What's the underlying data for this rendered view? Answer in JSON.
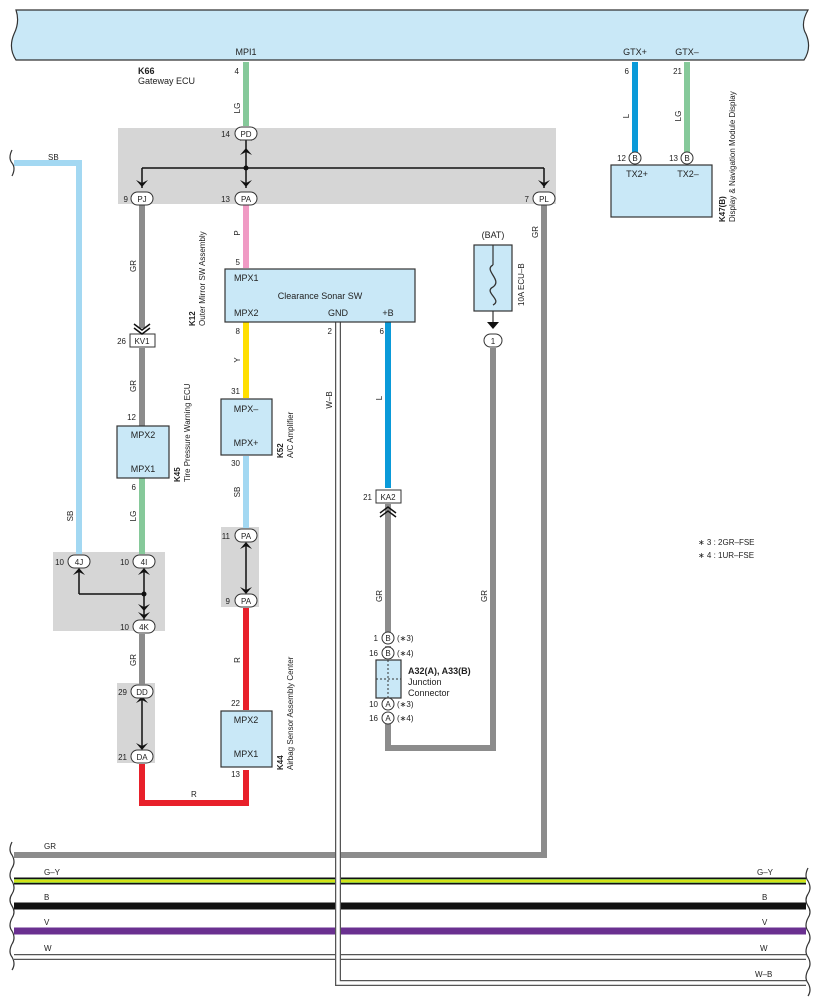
{
  "gateway": {
    "code": "K66",
    "name": "Gateway ECU",
    "port_mpi": "MPI1",
    "port_gtxp": "GTX+",
    "port_gtxm": "GTX–",
    "pin_mpi": "4",
    "pin_gtxp": "6",
    "pin_gtxm": "21"
  },
  "wires": {
    "lg": "LG",
    "sb": "SB",
    "gr": "GR",
    "p": "P",
    "y": "Y",
    "r": "R",
    "l": "L",
    "wb": "W–B",
    "gy": "G–Y",
    "b": "B",
    "v": "V",
    "w": "W"
  },
  "junction_top": {
    "pd_pin": "14",
    "pd": "PD",
    "pj_pin": "9",
    "pj": "PJ",
    "pa_pin": "13",
    "pa": "PA",
    "pl_pin": "7",
    "pl": "PL"
  },
  "display": {
    "code": "K47(B)",
    "name": "Display & Navigation Module Display",
    "tx2p": "TX2+",
    "tx2m": "TX2–",
    "pin12": "12",
    "pin13": "13",
    "conn": "B"
  },
  "sonar": {
    "code": "K12",
    "name": "Outer Mirror SW Assembly",
    "title": "Clearance Sonar SW",
    "mpx1": "MPX1",
    "mpx2": "MPX2",
    "gnd": "GND",
    "plus_b": "+B",
    "pin5": "5",
    "pin8": "8",
    "pin2": "2",
    "pin6": "6"
  },
  "fuse": {
    "bat": "(BAT)",
    "name": "10A ECU–B",
    "pin": "1"
  },
  "kv1": {
    "pin": "26",
    "label": "KV1"
  },
  "tire": {
    "code": "K45",
    "name": "Tire Pressure Warning ECU",
    "mpx2": "MPX2",
    "mpx1": "MPX1",
    "pin12": "12",
    "pin6": "6"
  },
  "ac": {
    "code": "K52",
    "name": "A/C Amplifier",
    "mpxm": "MPX–",
    "mpxp": "MPX+",
    "pin31": "31",
    "pin30": "30"
  },
  "ka2": {
    "pin": "21",
    "label": "KA2"
  },
  "jn_left": {
    "p4j_pin": "10",
    "p4j": "4J",
    "p4i_pin": "10",
    "p4i": "4I",
    "p4k_pin": "10",
    "p4k": "4K"
  },
  "pa_mid": {
    "top_pin": "11",
    "bottom_pin": "9",
    "label": "PA"
  },
  "dd_da": {
    "dd_pin": "29",
    "dd": "DD",
    "da_pin": "21",
    "da": "DA"
  },
  "airbag": {
    "code": "K44",
    "name": "Airbag Sensor Assembly Center",
    "mpx2": "MPX2",
    "mpx1": "MPX1",
    "pin22": "22",
    "pin13": "13"
  },
  "junction_conn": {
    "code": "A32(A), A33(B)",
    "name": "Junction Connector",
    "b": "B",
    "a": "A",
    "n1": "1",
    "n16a": "16",
    "n10": "10",
    "n16b": "16",
    "tag3": "(∗3)",
    "tag4": "(∗4)"
  },
  "notes": [
    "∗ 3 : 2GR–FSE",
    "∗ 4 : 1UR–FSE"
  ],
  "colors": {
    "bus": "#c9e8f7",
    "shade": "#d6d6d6",
    "LG": "#86c99a",
    "SB": "#a3d8f2",
    "GR": "#8c8c8c",
    "P": "#f09ac4",
    "Y": "#ffdf00",
    "R": "#e8202a",
    "L": "#0a9ad9",
    "GY": "#8ec63f",
    "B": "#111111",
    "V": "#6a3090",
    "W": "#bbbbbb"
  }
}
